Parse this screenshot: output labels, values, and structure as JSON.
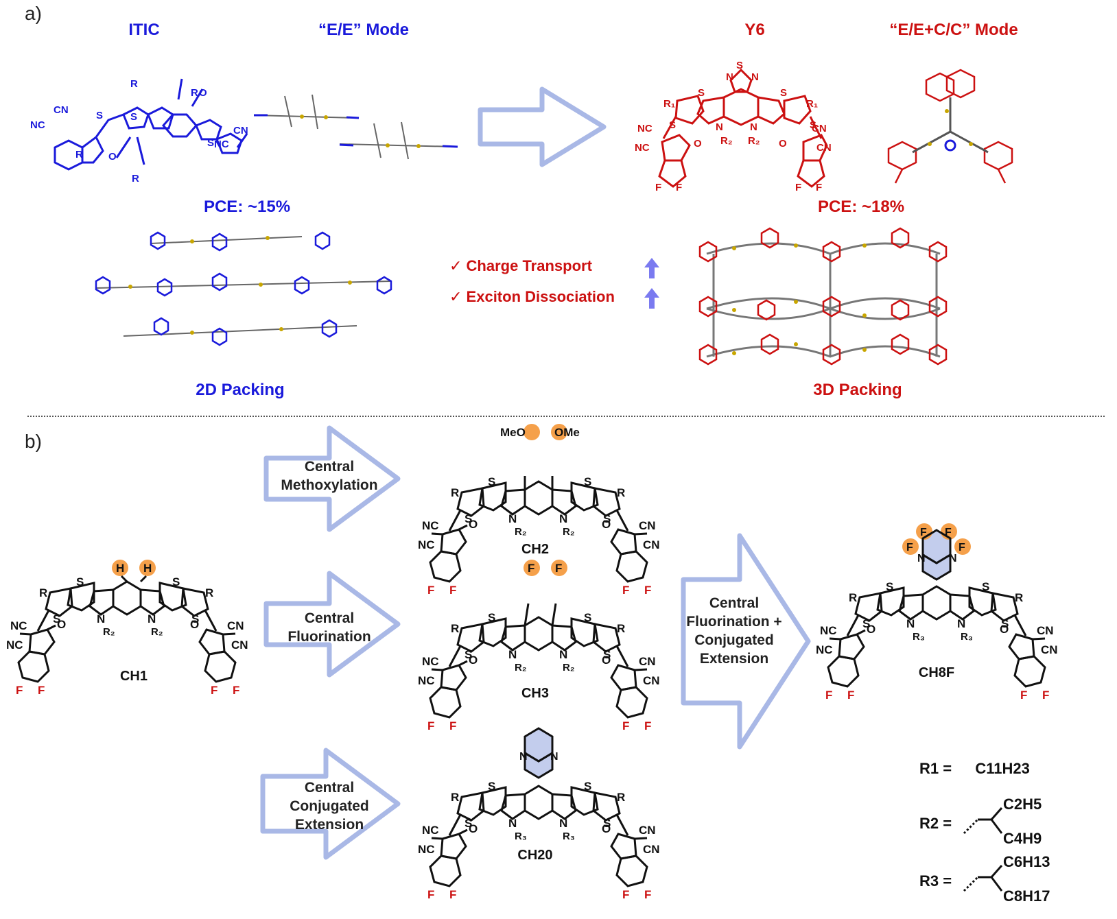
{
  "panel_a": {
    "letter": "a)",
    "itic_title": "ITIC",
    "ee_mode_title": "“E/E” Mode",
    "y6_title": "Y6",
    "eecc_mode_title": "“E/E+C/C” Mode",
    "pce_left": "PCE: ~15%",
    "pce_right": "PCE: ~18%",
    "packing_left": "2D Packing",
    "packing_right": "3D Packing",
    "benefit_1": "✓ Charge Transport",
    "benefit_2": "✓ Exciton Dissociation"
  },
  "panel_b": {
    "letter": "b)",
    "arrow_1": "Central Methoxylation",
    "arrow_2": "Central Fluorination",
    "arrow_3": "Central Conjugated Extension",
    "arrow_4": "Central Fluorination + Conjugated Extension",
    "molecules": [
      "CH1",
      "CH2",
      "CH3",
      "CH20",
      "CH8F"
    ],
    "substituents": {
      "MeO": "MeO",
      "OMe": "OMe",
      "H": "H",
      "F": "F",
      "N": "N",
      "S": "S",
      "O": "O",
      "CN": "CN",
      "NC": "NC",
      "R1": "R1",
      "R2": "R2",
      "R3": "R3"
    },
    "r_definitions": [
      {
        "lhs": "R1 =",
        "rhs": "C11H23"
      },
      {
        "lhs": "R2 =",
        "top": "C2H5",
        "bottom": "C4H9"
      },
      {
        "lhs": "R3 =",
        "top": "C6H13",
        "bottom": "C8H17"
      }
    ]
  },
  "colors": {
    "blue": "#1a1adb",
    "red": "#cc1111",
    "arrow_fill": "#eef1fb",
    "arrow_stroke": "#a9b8e6",
    "highlight_orange": "#f5a04a",
    "highlight_blue": "#a9b8e6",
    "sulfur_yellow": "#c8a600",
    "up_arrow": "#7a7af0"
  }
}
